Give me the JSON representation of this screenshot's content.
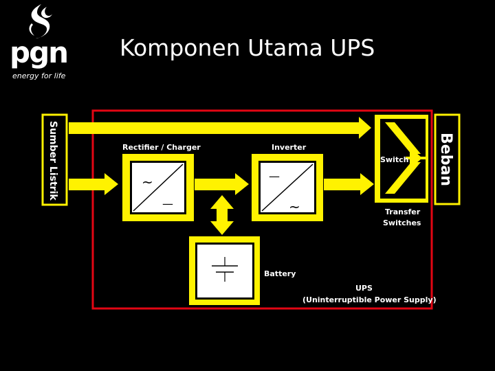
{
  "logo": {
    "wordmark": "pgn",
    "tagline": "energy for life"
  },
  "title": "Komponen Utama UPS",
  "diagram": {
    "source_label": "Sumber Listrik",
    "load_label": "Beban",
    "rectifier_label": "Rectifier / Charger",
    "inverter_label": "Inverter",
    "switch_label": "Switch",
    "transfer_label_line1": "Transfer",
    "transfer_label_line2": "Switches",
    "battery_label": "Battery",
    "ups_label_line1": "UPS",
    "ups_label_line2": "(Uninterruptible Power Supply)",
    "symbols": {
      "ac": "~",
      "dc": "—"
    }
  },
  "colors": {
    "background": "#000000",
    "accent_yellow": "#FFF200",
    "border_red": "#E30613",
    "text": "#FFFFFF"
  }
}
